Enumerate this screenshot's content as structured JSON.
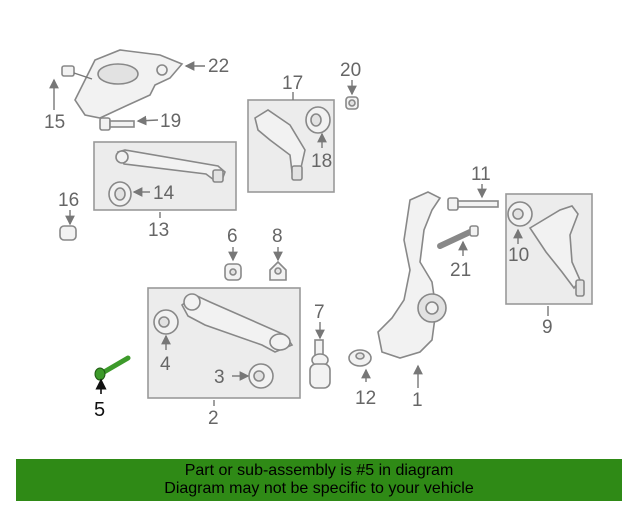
{
  "diagram": {
    "callouts": [
      "1",
      "2",
      "3",
      "4",
      "5",
      "6",
      "7",
      "8",
      "9",
      "10",
      "11",
      "12",
      "13",
      "14",
      "15",
      "16",
      "17",
      "18",
      "19",
      "20",
      "21",
      "22"
    ],
    "highlighted_part": "5"
  },
  "banner": {
    "line1": "Part or sub-assembly is #5 in diagram",
    "line2": "Diagram may not be specific to your vehicle"
  },
  "colors": {
    "banner_bg": "#2f8a16",
    "highlight_part": "#3d9a2a",
    "line_art": "#888888"
  }
}
